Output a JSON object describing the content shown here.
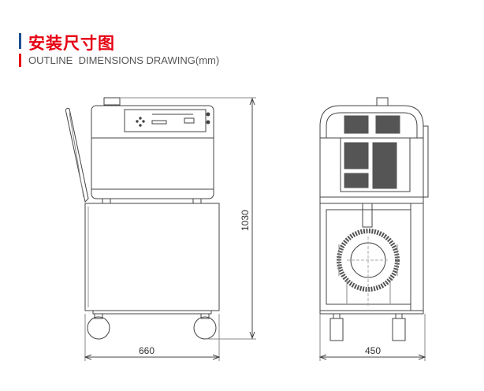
{
  "header": {
    "title_cn": "安装尺寸图",
    "title_en": "OUTLINE  DIMENSIONS DRAWING(mm)",
    "accent_blue": "#1d4f91",
    "accent_red": "#e60012"
  },
  "dimensions": {
    "height": "1030",
    "side_width": "660",
    "front_width": "450"
  }
}
